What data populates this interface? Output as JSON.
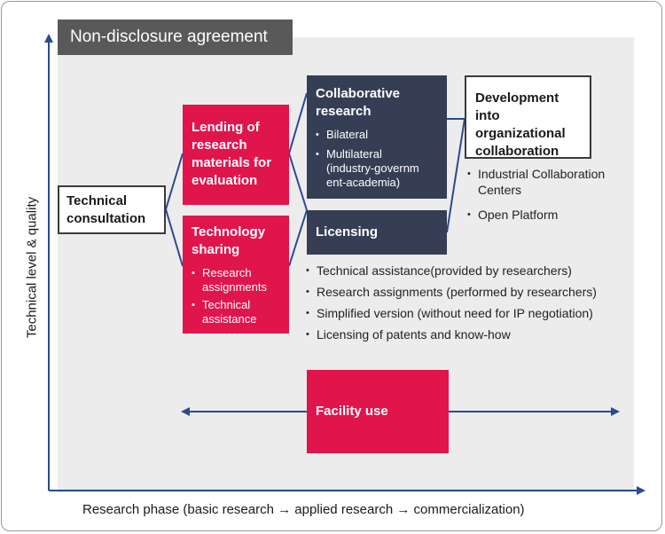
{
  "header": {
    "nda_label": "Non-disclosure agreement"
  },
  "axes": {
    "y_label": "Technical level & quality",
    "x_label": "Research phase (basic research → applied research → commercialization)"
  },
  "nodes": {
    "technical_consultation": {
      "title": "Technical consultation"
    },
    "lending": {
      "title": "Lending of research materials for evaluation"
    },
    "technology_sharing": {
      "title": "Technology sharing",
      "bullets": [
        "Research assignments",
        "Technical assistance"
      ]
    },
    "collaborative_research": {
      "title": "Collaborative research",
      "bullets": [
        "Bilateral",
        "Multilateral (industry-governm ent-academia)"
      ]
    },
    "licensing": {
      "title": "Licensing",
      "bullets": [
        "Technical assistance(provided by researchers)",
        "Research assignments (performed by researchers)",
        "Simplified version (without need for IP negotiation)",
        "Licensing of patents and know-how"
      ]
    },
    "development": {
      "title": "Development into organizational collaboration",
      "bullets": [
        "Industrial Collaboration Centers",
        "Open Platform"
      ]
    },
    "facility_use": {
      "title": "Facility use"
    }
  },
  "colors": {
    "red": "#e0154c",
    "navy": "#363e55",
    "blue_line": "#2b4a8f",
    "gray_area": "#ececec",
    "nda_bg": "#595959"
  }
}
